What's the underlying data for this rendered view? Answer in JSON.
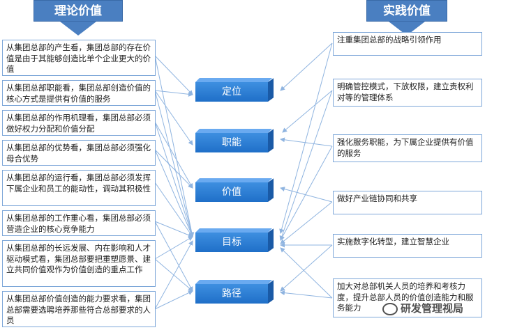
{
  "headers": {
    "left": "理论价值",
    "right": "实践价值"
  },
  "left_boxes": [
    "从集团总部的产生看，集团总部的存在价值是由于其能够创造比单个企业更大的价值",
    "从集团总部职能看，集团总部创造价值的核心方式是提供有价值的服务",
    "从集团总部的作用机理看，集团总部必须做好权力分配和价值分配",
    "从集团总部的优势看，集团总部必须强化母合优势",
    "从集团总部的运行看，集团总部必须发挥下属企业和员工的能动性，调动其积极性",
    "从集团总部的工作重心看，集团总部必须营造企业的核心竞争能力",
    "从集团总部的长远发展、内在影响和人才驱动模式看，集团总部要把重塑愿景、建立共同价值观作为价值创造的重点工作",
    "从集团总部价值创造的能力要求看，集团总部需要选聘培养那些符合总部要求的人员"
  ],
  "center_nodes": [
    "定位",
    "职能",
    "价值",
    "目标",
    "路径"
  ],
  "right_boxes": [
    "注重集团总部的战略引领作用",
    "明确管控模式，下放权限，建立责权利对等的管理体系",
    "强化服务职能，为下属企业提供有价值的服务",
    "做好产业链协同和共享",
    "实施数字化转型，建立智慧企业",
    "加大对总部机关人员的培养和考核力度，提升总部人员的价值创造能力和服务能力"
  ],
  "watermark": "研发管理视局",
  "colors": {
    "header": "#4a7fc1",
    "node": "#2a7fd4",
    "box_border": "#7ca6d8",
    "connector": "#8fb4e0"
  }
}
